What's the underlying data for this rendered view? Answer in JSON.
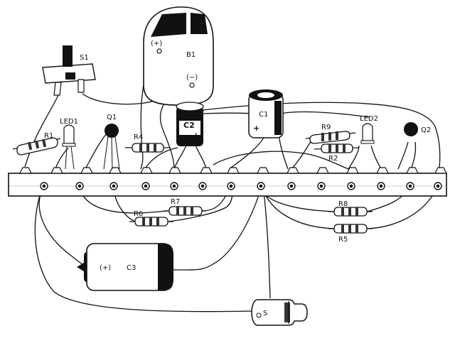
{
  "labels": {
    "s1": "S1",
    "b1": "B1",
    "b1_pos": "(+)",
    "b1_neg": "(−)",
    "led1": "LED1",
    "q1": "Q1",
    "r1": "R1",
    "r4": "R4",
    "c2": "C2",
    "c2_pol": "+",
    "c1": "C1",
    "c1_pol": "+",
    "r9": "R9",
    "r2": "R2",
    "led2": "LED2",
    "q2": "Q2",
    "r7": "R7",
    "r6": "R6",
    "r8": "R8",
    "r5": "R5",
    "c3": "C3",
    "c3_pol": "(+)",
    "speaker": "S"
  },
  "colors": {
    "ink": "#111111",
    "paper": "#ffffff",
    "band": "#333333"
  }
}
